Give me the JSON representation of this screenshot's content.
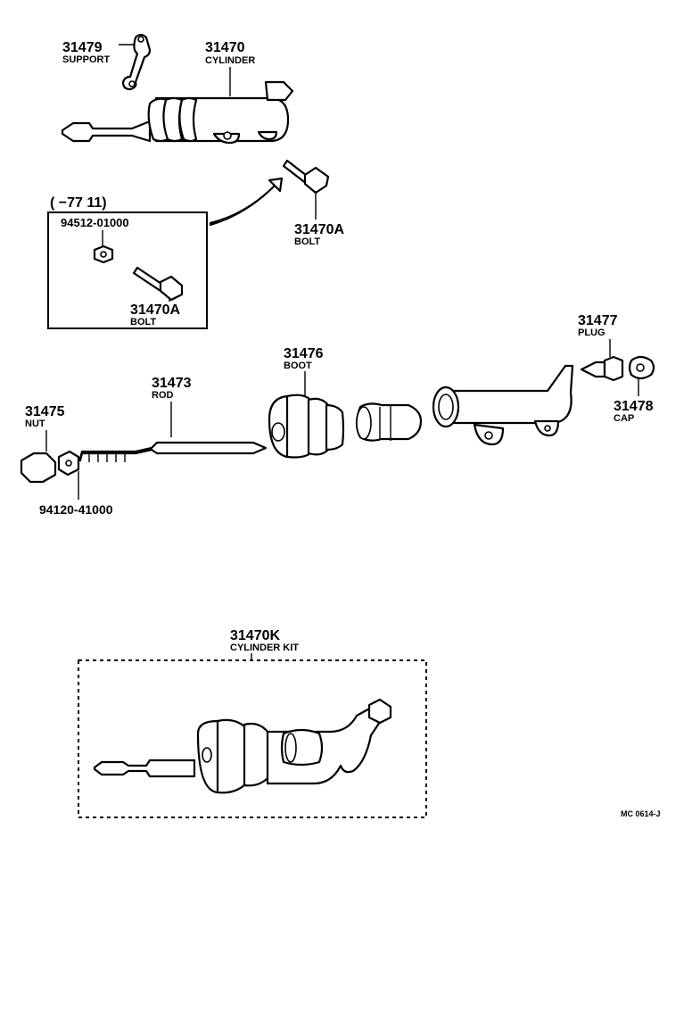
{
  "parts": {
    "support": {
      "number": "31479",
      "name": "SUPPORT"
    },
    "cylinder": {
      "number": "31470",
      "name": "CYLINDER"
    },
    "bolt_main": {
      "number": "31470A",
      "name": "BOLT"
    },
    "inset": {
      "header": "(      −77 11)",
      "nut_number": "94512-01000",
      "bolt_number": "31470A",
      "bolt_name": "BOLT"
    },
    "plug": {
      "number": "31477",
      "name": "PLUG"
    },
    "boot": {
      "number": "31476",
      "name": "BOOT"
    },
    "rod": {
      "number": "31473",
      "name": "ROD"
    },
    "nut": {
      "number": "31475",
      "name": "NUT"
    },
    "cap": {
      "number": "31478",
      "name": "CAP"
    },
    "washer": {
      "number": "94120-41000"
    },
    "kit": {
      "number": "31470K",
      "name": "CYLINDER KIT"
    }
  },
  "figure_code": "MC 0614-J",
  "icons": [
    "support-bracket",
    "slave-cylinder",
    "bolt",
    "nut",
    "push-rod",
    "rubber-boot",
    "piston",
    "bleeder-plug",
    "dust-cap",
    "washer"
  ]
}
